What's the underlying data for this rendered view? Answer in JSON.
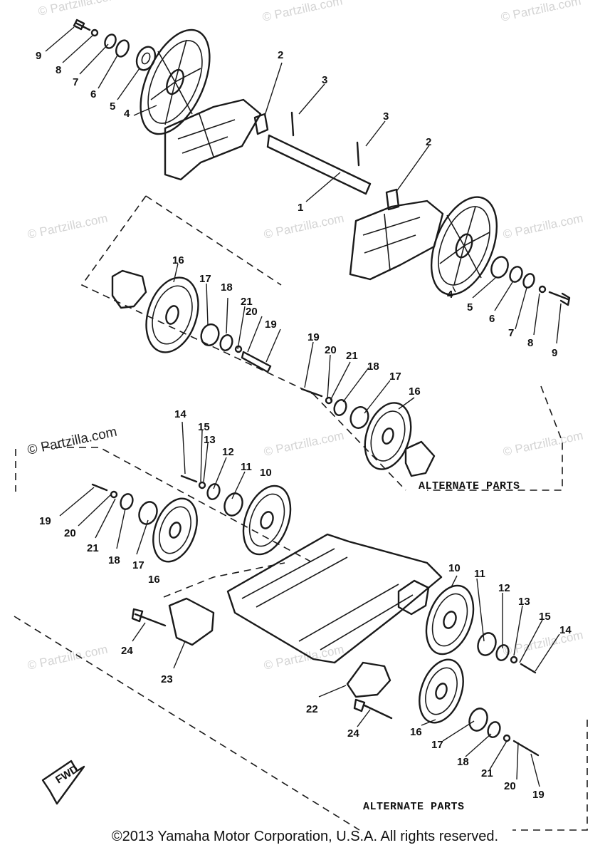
{
  "watermark": "© Partzilla.com",
  "alternate_label": "ALTERNATE PARTS",
  "fwd_label": "FWD",
  "copyright": "©2013  Yamaha Motor Corporation, U.S.A. All rights reserved.",
  "callouts": [
    "1",
    "2",
    "2",
    "3",
    "3",
    "4",
    "4",
    "5",
    "5",
    "6",
    "6",
    "7",
    "7",
    "8",
    "8",
    "9",
    "9",
    "10",
    "10",
    "11",
    "11",
    "12",
    "12",
    "13",
    "13",
    "14",
    "14",
    "15",
    "15",
    "16",
    "16",
    "16",
    "16",
    "17",
    "17",
    "17",
    "17",
    "18",
    "18",
    "18",
    "18",
    "19",
    "19",
    "19",
    "19",
    "20",
    "20",
    "20",
    "20",
    "21",
    "21",
    "21",
    "21",
    "22",
    "23",
    "24",
    "24"
  ]
}
